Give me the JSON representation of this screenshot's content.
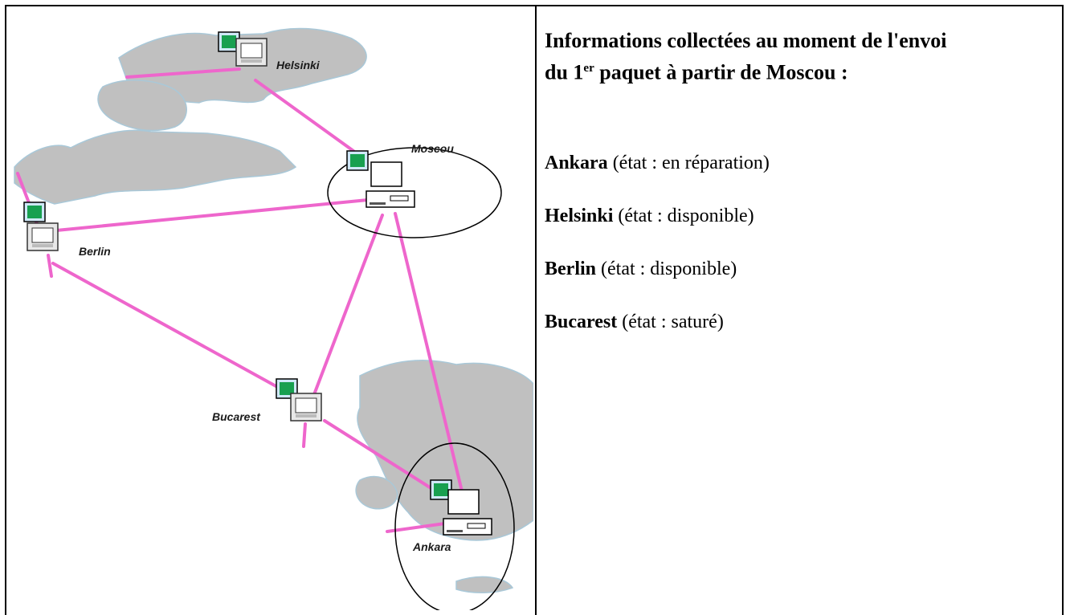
{
  "panel": {
    "title_line1": "Informations collectées au moment de l'envoi",
    "title_line2_prefix": "du 1",
    "title_line2_sup": "er",
    "title_line2_suffix": " paquet à partir de Moscou :",
    "items": [
      {
        "name": "Ankara",
        "state": " (état : en réparation)"
      },
      {
        "name": "Helsinki",
        "state": " (état : disponible)"
      },
      {
        "name": "Berlin",
        "state": " (état : disponible)"
      },
      {
        "name": "Bucarest",
        "state": " (état : saturé)"
      }
    ]
  },
  "map": {
    "cities": {
      "helsinki": "Helsinki",
      "moscou": "Moscou",
      "berlin": "Berlin",
      "bucarest": "Bucarest",
      "ankara": "Ankara"
    },
    "link_color": "#ee66cc",
    "land_color": "#c0c0c0",
    "ring_color": "#000000"
  }
}
